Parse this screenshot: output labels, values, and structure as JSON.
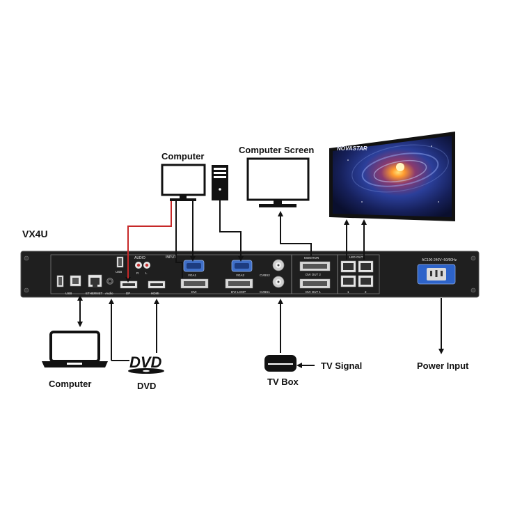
{
  "device": {
    "model": "VX4U",
    "power_rating": "AC100-240V~50/60Hz"
  },
  "panel_labels": {
    "input": "INPUT",
    "audio": "AUDIO",
    "audio_r": "R",
    "audio_l": "L",
    "usb_top": "USB",
    "usb_bottom": "USB",
    "ethernet": "ETHERNET",
    "audio_jack": "Audio",
    "dp": "DP",
    "hdmi": "HDMI",
    "vga1": "VGA1",
    "dvi": "DVI",
    "vga2": "VGA2",
    "dvi_loop": "DVI LOOP",
    "cvbs2": "CVBS2",
    "cvbs1": "CVBS1",
    "monitor": "MONITOR",
    "dvi_out2": "DVI OUT 2",
    "dvi_out1": "DVI OUT 1",
    "led_out": "LED OUT",
    "port_1": "1",
    "port_2": "2"
  },
  "labels": {
    "computer_top": "Computer",
    "computer_screen": "Computer Screen",
    "computer_bottom": "Computer",
    "dvd": "DVD",
    "dvd_logo": "DVD",
    "tv_box": "TV Box",
    "tv_signal": "TV Signal",
    "power_input": "Power Input",
    "screen_brand": "NOVASTAR"
  },
  "colors": {
    "panel": "#1f1f1f",
    "panel_inner": "#2a2a2a",
    "vga_blue": "#3f6fc8",
    "power_blue": "#2d63c9",
    "galaxy": "#1a2a6c"
  }
}
